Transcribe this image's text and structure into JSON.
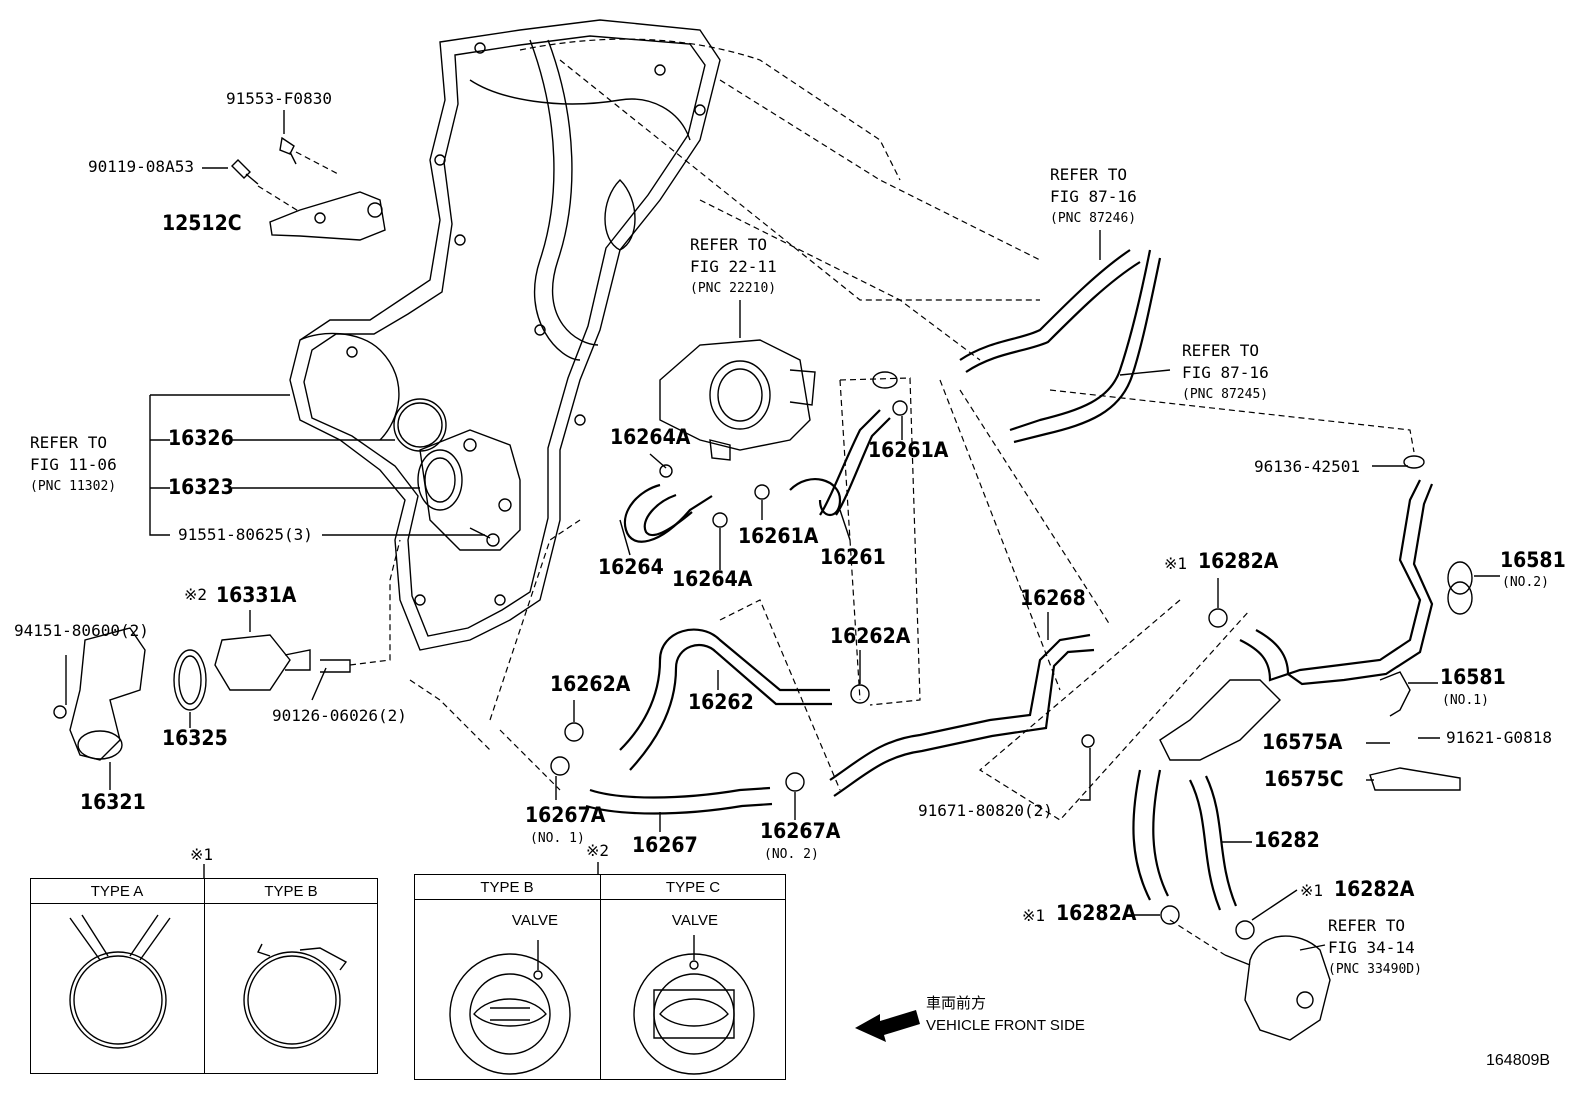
{
  "ref_blocks": {
    "engine_cover": {
      "line1": "REFER TO",
      "line2": "FIG 11-06",
      "line3": "(PNC 11302)"
    },
    "throttle": {
      "line1": "REFER TO",
      "line2": "FIG 22-11",
      "line3": "(PNC 22210)"
    },
    "hose_upper": {
      "line1": "REFER TO",
      "line2": "FIG 87-16",
      "line3": "(PNC 87246)"
    },
    "hose_lower": {
      "line1": "REFER TO",
      "line2": "FIG 87-16",
      "line3": "(PNC 87245)"
    },
    "pump": {
      "line1": "REFER TO",
      "line2": "FIG 34-14",
      "line3": "(PNC 33490D)"
    }
  },
  "parts": {
    "p91553": "91553-F0830",
    "p90119": "90119-08A53",
    "p12512C": "12512C",
    "p16326": "16326",
    "p16323": "16323",
    "p91551": "91551-80625(3)",
    "p16264A_top": "16264A",
    "p16264": "16264",
    "p16264A_bot": "16264A",
    "p16261A_top": "16261A",
    "p16261A_bot": "16261A",
    "p16261": "16261",
    "p16331A": "16331A",
    "p94151": "94151-80600(2)",
    "p16325": "16325",
    "p90126": "90126-06026(2)",
    "p16321": "16321",
    "p16262A_left": "16262A",
    "p16262": "16262",
    "p16262A_right": "16262A",
    "p16268": "16268",
    "p16267A_no1": "16267A",
    "p16267A_no1_sub": "(NO. 1)",
    "p16267": "16267",
    "p16267A_no2": "16267A",
    "p16267A_no2_sub": "(NO. 2)",
    "p91671": "91671-80820(2)",
    "p96136": "96136-42501",
    "p16282A_top": "16282A",
    "p16581_no2": "16581",
    "p16581_no2_sub": "(NO.2)",
    "p16581_no1": "16581",
    "p16581_no1_sub": "(NO.1)",
    "p16575A": "16575A",
    "p91621": "91621-G0818",
    "p16575C": "16575C",
    "p16282": "16282",
    "p16282A_right": "16282A",
    "p16282A_left": "16282A"
  },
  "marks": {
    "m1": "※1",
    "m2": "※2"
  },
  "legend1": {
    "mark": "※1",
    "type_a": "TYPE A",
    "type_b": "TYPE B"
  },
  "legend2": {
    "mark": "※2",
    "type_b": "TYPE B",
    "type_c": "TYPE C",
    "valve_b": "VALVE",
    "valve_c": "VALVE"
  },
  "direction": {
    "jp": "車両前方",
    "en": "VEHICLE FRONT SIDE"
  },
  "figure_id": "164809B"
}
